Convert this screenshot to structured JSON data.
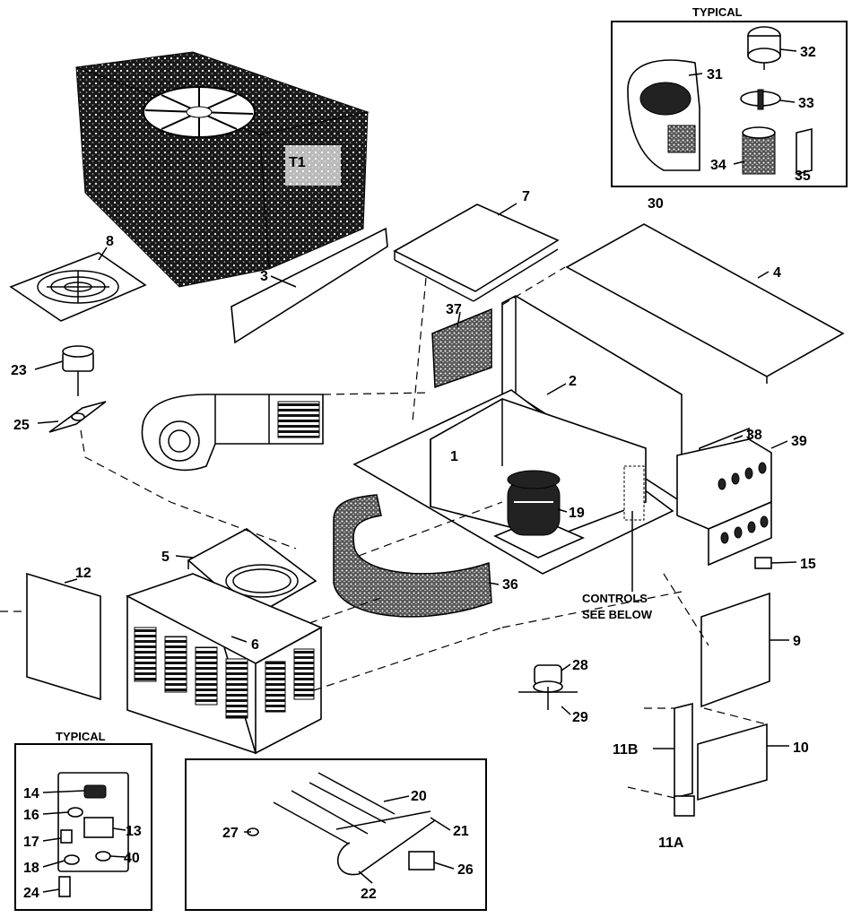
{
  "callouts": {
    "c1": "1",
    "c2": "2",
    "c3": "3",
    "c4": "4",
    "c5": "5",
    "c6": "6",
    "c7": "7",
    "c8": "8",
    "c9": "9",
    "c10": "10",
    "c11a": "11A",
    "c11b": "11B",
    "c12": "12",
    "c13": "13",
    "c14": "14",
    "c15": "15",
    "c16": "16",
    "c17": "17",
    "c18": "18",
    "c19": "19",
    "c20": "20",
    "c21": "21",
    "c22": "22",
    "c23": "23",
    "c24": "24",
    "c25": "25",
    "c26": "26",
    "c27": "27",
    "c28": "28",
    "c29": "29",
    "c30": "30",
    "c31": "31",
    "c32": "32",
    "c33": "33",
    "c34": "34",
    "c35": "35",
    "c36": "36",
    "c37": "37",
    "c38": "38",
    "c39": "39",
    "c40": "40"
  },
  "blower_inset": {
    "header": "TYPICAL"
  },
  "control_inset": {
    "header": "TYPICAL"
  },
  "controls_note": {
    "line1": "CONTROLS",
    "line2": "SEE BELOW"
  }
}
